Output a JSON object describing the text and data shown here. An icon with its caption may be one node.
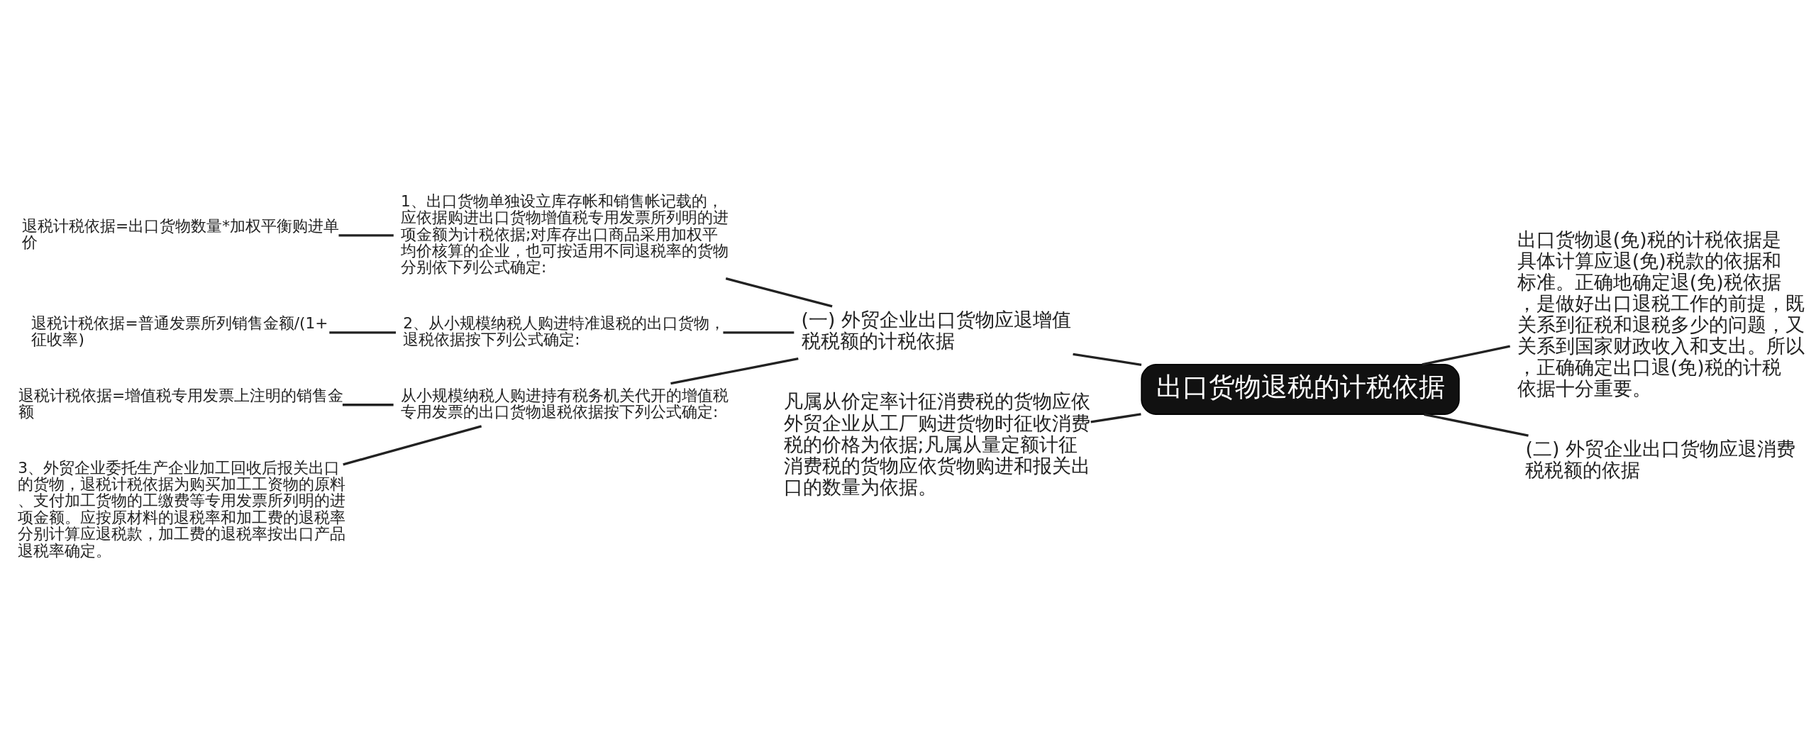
{
  "diagram": {
    "nodes": [
      {
        "text": [
          "出口货物退税的计税依据"
        ]
      },
      {
        "text": [
          "出口货物退(免)税的计税依据是具体计算应退(免)税款的依据和标准。正确地确定退(免)税依据，是做好出口退税工作的前提，既关系到征税和退税多少的问题，又关系到国家财政收入和支出。所以，正确确定出口退(免)税的计税依据十分重要。"
        ]
      },
      {
        "text": [
          "(二) 外贸企业出口货物应退消费税税额的依据"
        ]
      },
      {
        "text": [
          "(一) 外贸企业出口货物应退增值税税额的计税依据"
        ]
      },
      {
        "text": [
          "凡属从价定率计征消费税的货物应依外贸企业从工厂购进货物时征收消费税的价格为依据;凡属从量定额计征消费税的货物应依货物购进和报关出口的数量为依据。"
        ]
      },
      {
        "text": [
          "1、出口货物单独设立库存帐和销售帐记载的，应依据购进出口货物增值税专用发票所列明的进项金额为计税依据;对库存出口商品采用加权平均价核算的企业，也可按适用不同退税率的货物分别依下列公式确定:"
        ]
      },
      {
        "text": [
          "2、从小规模纳税人购进特准退税的出口货物，退税依据按下列公式确定:"
        ]
      },
      {
        "text": [
          "从小规模纳税人购进持有税务机关代开的增值税专用发票的出口货物退税依据按下列公式确定:"
        ]
      },
      {
        "text": [
          "退税计税依据=出口货物数量*加权平衡购进单价"
        ]
      },
      {
        "text": [
          "退税计税依据=普通发票所列销售金额/(1+征收率)"
        ]
      },
      {
        "text": [
          "退税计税依据=增值税专用发票上注明的销售金额"
        ]
      },
      {
        "text": [
          "3、外贸企业委托生产企业加工回收后报关出口的货物，退税计税依据为购买加工工资物的原料、支付加工货物的工缴费等专用发票所列明的进项金额。应按原材料的退税率和加工费的退税率分别计算应退税款，加工费的退税率按出口产品退税率确定。"
        ]
      }
    ],
    "edges": [
      {
        "from": 0,
        "to": 1,
        "arrow": "none"
      },
      {
        "from": 0,
        "to": 2,
        "arrow": "none"
      },
      {
        "from": 0,
        "to": 3,
        "arrow": "none"
      },
      {
        "from": 0,
        "to": 4,
        "arrow": "none"
      },
      {
        "from": 3,
        "to": 5,
        "arrow": "none"
      },
      {
        "from": 3,
        "to": 6,
        "arrow": "none"
      },
      {
        "from": 3,
        "to": 7,
        "arrow": "none"
      },
      {
        "from": 5,
        "to": 8,
        "arrow": "none"
      },
      {
        "from": 6,
        "to": 9,
        "arrow": "none"
      },
      {
        "from": 7,
        "to": 10,
        "arrow": "none"
      },
      {
        "from": 7,
        "to": 11,
        "arrow": "none"
      }
    ]
  }
}
